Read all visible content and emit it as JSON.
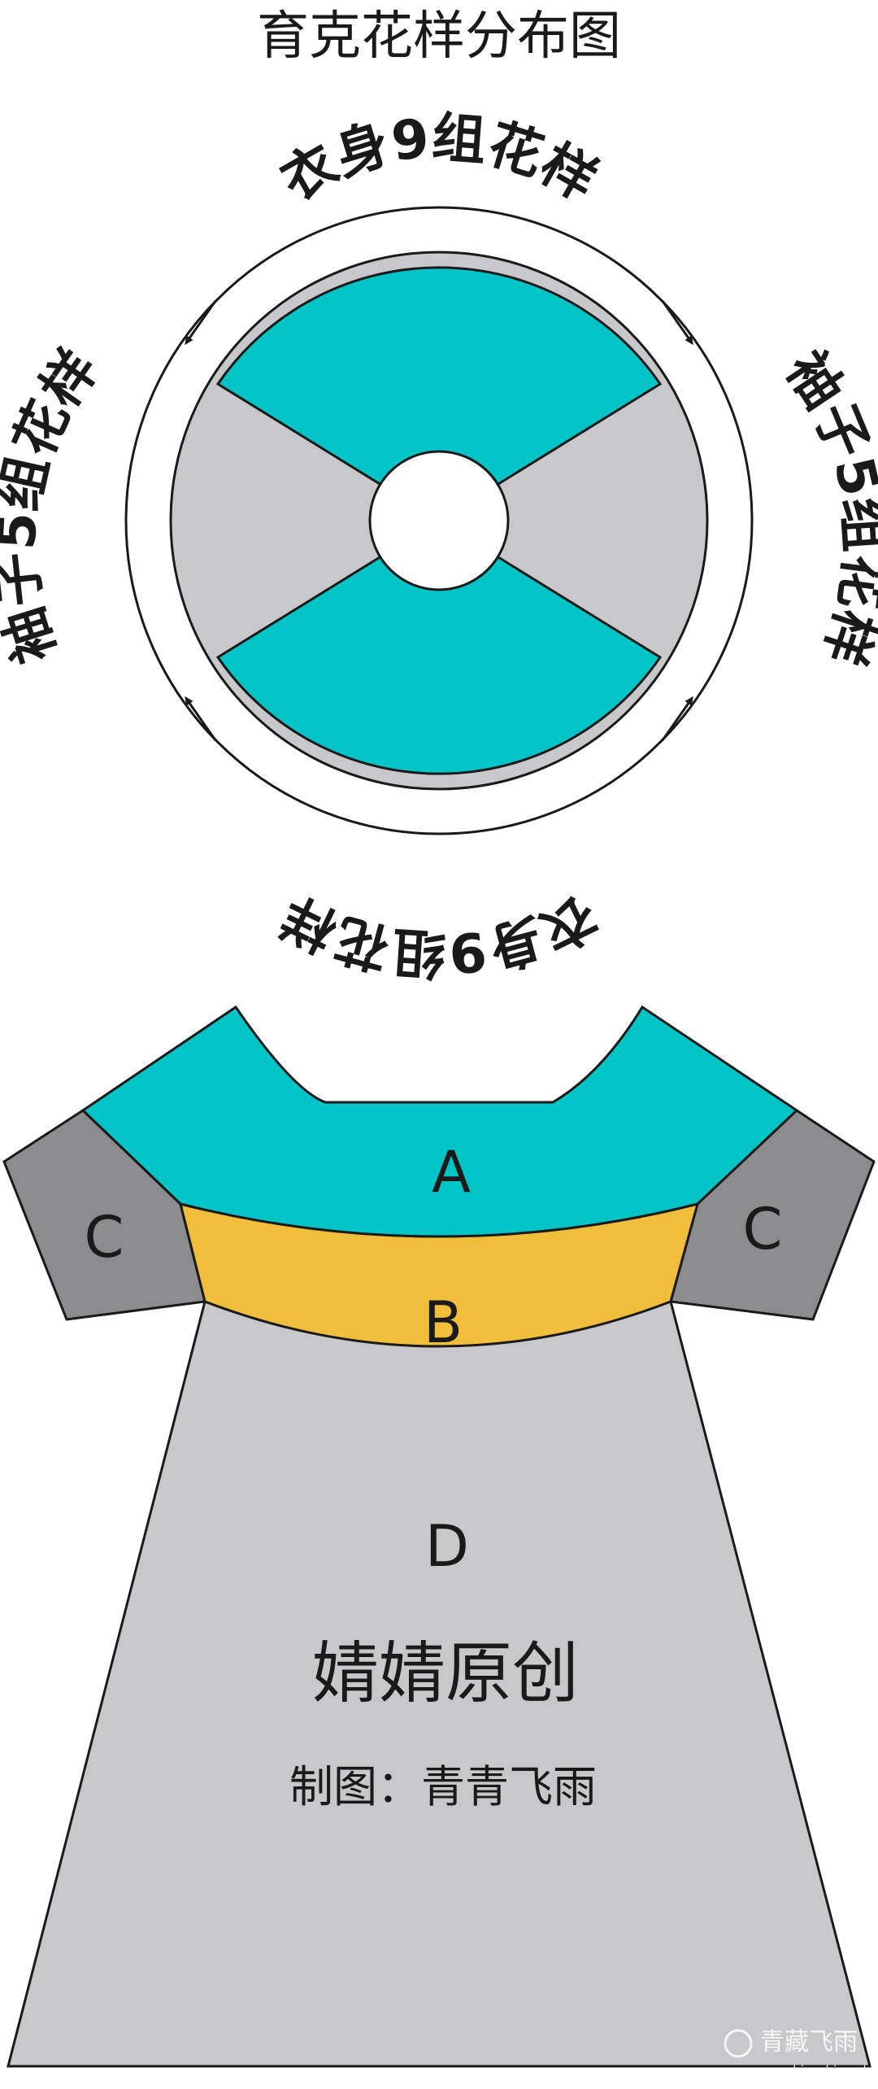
{
  "title": "育克花样分布图",
  "yoke_diagram": {
    "labels": {
      "top": "衣身9组花样",
      "bottom": "衣身9组花样",
      "left": "袖子5组花样",
      "right": "袖子5组花样"
    }
  },
  "garment": {
    "regions": {
      "A": "A",
      "B": "B",
      "C_left": "C",
      "C_right": "C",
      "D": "D"
    },
    "credit_main": "婧婧原创",
    "credit_sub": "制图：青青飞雨"
  },
  "watermark": {
    "line1": "青藏飞雨",
    "line2": "www.bianzhirensheng.com"
  },
  "colors": {
    "teal": "#00C4C6",
    "gray": "#C8C8CA",
    "dark_gray": "#8C8C8E",
    "yellow": "#F0BE3A",
    "outline": "#1a1a1a"
  }
}
